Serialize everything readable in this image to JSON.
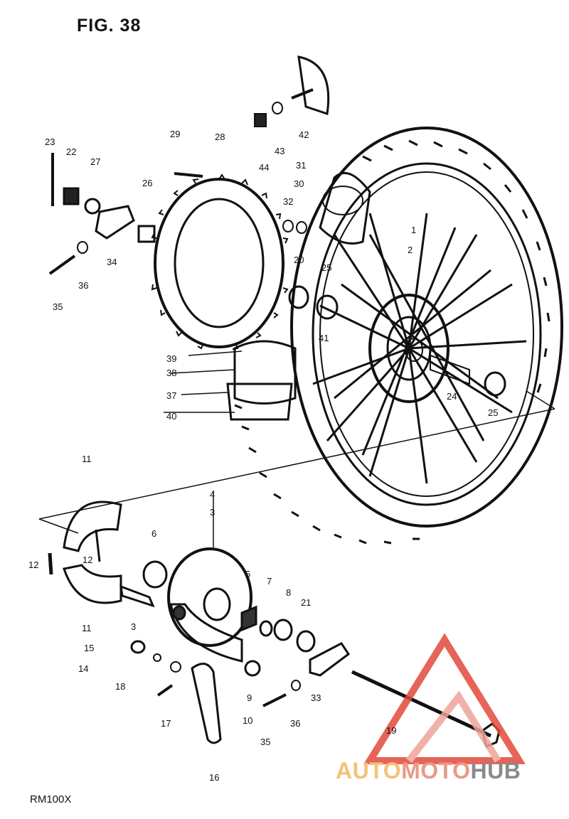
{
  "figure": {
    "title": "FIG. 38",
    "model": "RM100X"
  },
  "watermark": {
    "part1": "AUTO",
    "part2": "MOTO",
    "part3": "HUB",
    "colors": {
      "auto": "#f2c27a",
      "moto": "#e89a86",
      "hub": "#8a8a8a",
      "logo": "#e24a3b"
    }
  },
  "callouts": {
    "p1": "1",
    "p2": "2",
    "p3": "3",
    "p3b": "3",
    "p4": "4",
    "p5": "5",
    "p6": "6",
    "p7": "7",
    "p8": "8",
    "p9": "9",
    "p10": "10",
    "p11a": "11",
    "p11b": "11",
    "p12a": "12",
    "p12b": "12",
    "p14": "14",
    "p15": "15",
    "p16": "16",
    "p17": "17",
    "p18": "18",
    "p19": "19",
    "p20": "20",
    "p21": "21",
    "p22": "22",
    "p23": "23",
    "p24": "24",
    "p25a": "25",
    "p25b": "25",
    "p26": "26",
    "p27": "27",
    "p28": "28",
    "p29": "29",
    "p30": "30",
    "p31": "31",
    "p32": "32",
    "p33": "33",
    "p34": "34",
    "p35a": "35",
    "p35b": "35",
    "p36a": "36",
    "p36b": "36",
    "p37": "37",
    "p38": "38",
    "p39": "39",
    "p40": "40",
    "p41": "41",
    "p42": "42",
    "p43": "43",
    "p44": "44"
  }
}
